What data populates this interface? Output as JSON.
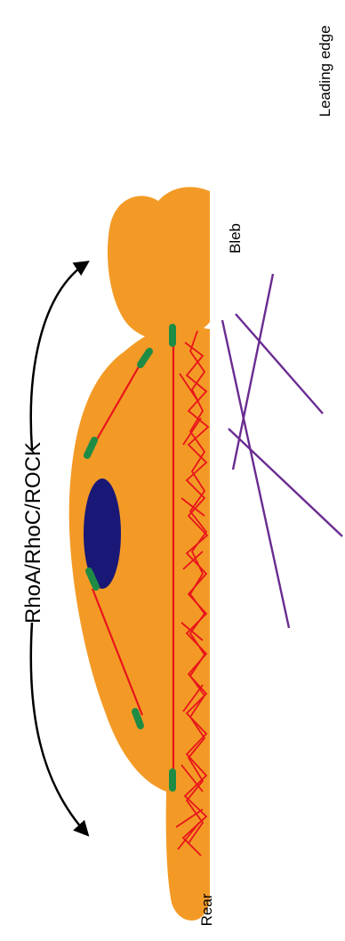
{
  "labels": {
    "pathway": "RhoA/RhoC/ROCK",
    "leading_edge": "Leading edge",
    "bleb": "Bleb",
    "rear": "Rear"
  },
  "colors": {
    "cell": "#F39A26",
    "nucleus": "#1A1877",
    "actin": "#E8141B",
    "adhesion": "#1E8C45",
    "matrix_fiber": "#6A2C91",
    "arrow": "#000000"
  }
}
